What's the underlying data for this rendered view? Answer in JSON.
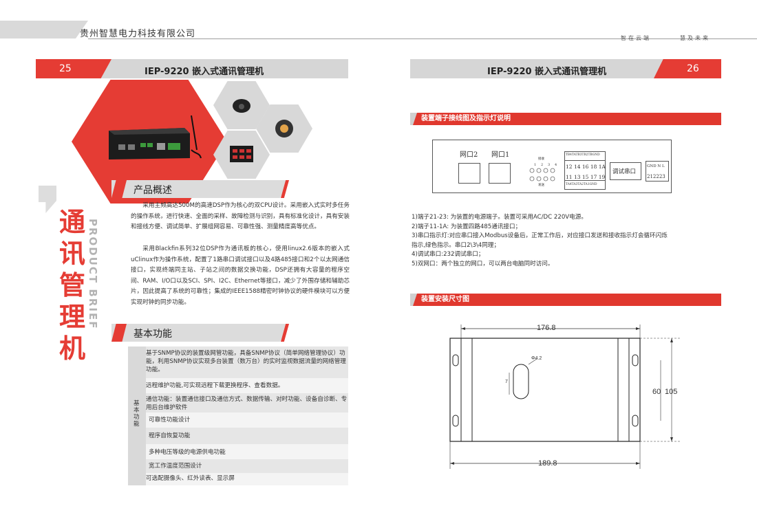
{
  "header": {
    "company": "贵州智慧电力科技有限公司",
    "slogan_1": "智在云端",
    "slogan_2": "慧及未来"
  },
  "left_page": {
    "page_number": "25",
    "title": "IEP-9220 嵌入式通讯管理机",
    "side_title_chars": [
      "通",
      "讯",
      "管",
      "理",
      "机"
    ],
    "side_subtitle": "PRODUCT BRIEF",
    "overview": {
      "heading": "产品概述",
      "paragraphs": [
        "采用主频高达500M的高速DSP作为核心的双CPU设计。采用嵌入式实时多任务的操作系统，进行快速、全面的采样、故障检测与识别，具有标准化设计，具有安装和接线方便、调试简单、扩展组网容易、可靠性强、测量精度高等优点。",
        "采用Blackfin系列32位DSP作为通讯板的核心，使用linux2.6版本的嵌入式uClinux作为操作系统，配置了1路串口调试接口以及4路485接口和2个以太网通信接口，实现终端同主站、子站之间的数据交换功能，DSP还拥有大容量的程序空间、RAM、I/O口以及SCI、SPI、I2C、Ethernet等接口，减少了外围存储和辅助芯片，因此提高了系统的可靠性；集成的IEEE1588精密时钟协议的硬件模块可以方便实现时钟的同步功能。"
      ]
    },
    "functions": {
      "heading": "基本功能",
      "label": "基本功能",
      "rows": [
        "基于SNMP协议的装置级网管功能，具备SNMP协议（简单网络管理协议）功能，利用SNMP协议实现多台装置（数万台）的实时监视数据流量的网络管理功能。",
        "远程维护功能,可实现远程下载更换程序、查看数据。",
        "通信功能：装置通信接口及通信方式、数据传输、对时功能、设备自诊断、专用后台维护软件",
        "可靠性功能设计",
        "程序自恢复功能",
        "多种电压等级的电源供电功能",
        "宽工作温度范围设计",
        "可选配摄像头、红外读表、显示屏"
      ]
    }
  },
  "right_page": {
    "page_number": "26",
    "title": "IEP-9220 嵌入式通讯管理机",
    "section_wiring": "装置端子接线图及指示灯说明",
    "terminal": {
      "net2": "网口2",
      "net1": "网口1",
      "led_top_label": "接收",
      "led_bottom_label": "发送",
      "led_numbers": [
        "1",
        "2",
        "3",
        "4"
      ],
      "row1_labels": [
        "TB4",
        "TA",
        "TB3",
        "TB2",
        "TB",
        "GND"
      ],
      "row1_nums": [
        "12",
        "14",
        "16",
        "18",
        "1A"
      ],
      "row2_nums": [
        "11",
        "13",
        "15",
        "17",
        "19"
      ],
      "row2_labels": [
        "TA4",
        "TA3",
        "TA2",
        "TA1",
        "GND"
      ],
      "debug": "调试串口",
      "power_labels": [
        "GND",
        "N",
        "L"
      ],
      "power_nums": [
        "21",
        "22",
        "23"
      ]
    },
    "notes": [
      "1)端子21-23:  为装置的电源端子。装置可采用AC/DC 220V电源。",
      "2)端子11-1A:  为装置四路485通讯接口；",
      "3)串口指示灯:对应串口接入Modbus设备后，正常工作后，对应接口发送和接收指示灯会循环闪烁指示,绿色指示。串口2\\3\\4同理；",
      "4)调试串口:232调试串口；",
      "5)双网口：两个独立的网口，可以两台电脑同时访问。"
    ],
    "section_dimensions": "装置安装尺寸图",
    "dimensions": {
      "top_width": "176.8",
      "bottom_width": "189.8",
      "height_inner": "60",
      "height_outer": "105",
      "slot_h": "7",
      "hole": "Φ4.2"
    }
  },
  "colors": {
    "accent_red": "#e53c34",
    "bar_gray": "#d6d6d6"
  }
}
